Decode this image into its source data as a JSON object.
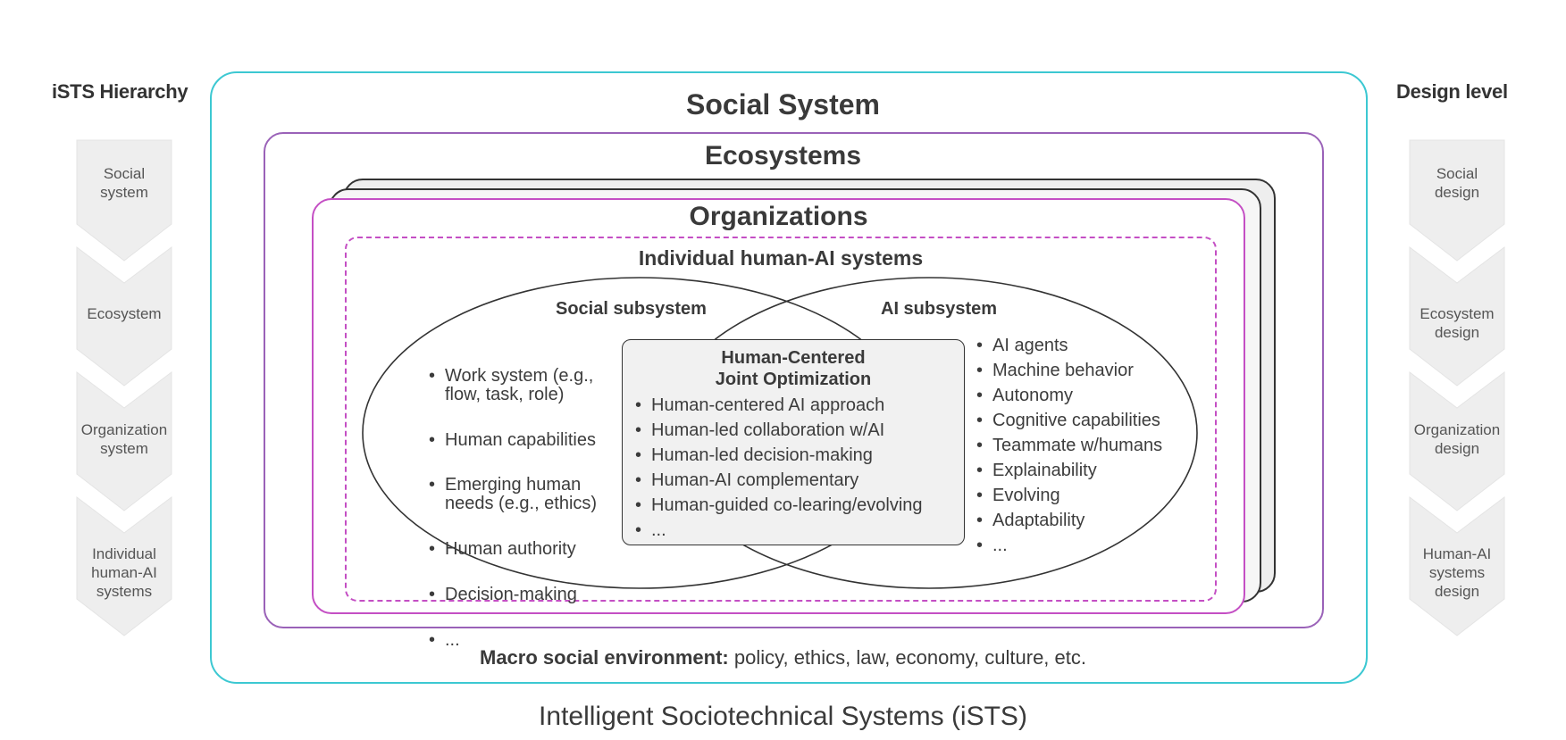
{
  "left": {
    "title": "iSTS Hierarchy",
    "levels": [
      "Social\nsystem",
      "Ecosystem",
      "Organization\nsystem",
      "Individual\nhuman-AI\nsystems"
    ]
  },
  "right": {
    "title": "Design level",
    "levels": [
      "Social\ndesign",
      "Ecosystem\ndesign",
      "Organization\ndesign",
      "Human-AI\nsystems\ndesign"
    ]
  },
  "social_system": {
    "title": "Social System"
  },
  "ecosystems": {
    "title": "Ecosystems"
  },
  "organizations": {
    "title": "Organizations"
  },
  "individual": {
    "title": "Individual human-AI systems"
  },
  "social_subsystem": {
    "title": "Social subsystem",
    "items": [
      "Work system (e.g.,\nflow, task, role)",
      "Human capabilities",
      "Emerging human\nneeds (e.g., ethics)",
      "Human authority",
      "Decision-making",
      "..."
    ]
  },
  "ai_subsystem": {
    "title": "AI subsystem",
    "items": [
      "AI agents",
      "Machine behavior",
      "Autonomy",
      "Cognitive capabilities",
      "Teammate w/humans",
      "Explainability",
      "Evolving",
      "Adaptability",
      "..."
    ]
  },
  "joint": {
    "title": "Human-Centered\nJoint Optimization",
    "items": [
      "Human-centered AI approach",
      "Human-led collaboration w/AI",
      "Human-led decision-making",
      "Human-AI complementary",
      "Human-guided co-learing/evolving",
      "..."
    ]
  },
  "macro": {
    "label": "Macro social environment:",
    "text": " policy, ethics, law, economy, culture, etc."
  },
  "caption": "Intelligent Sociotechnical Systems (iSTS)",
  "colors": {
    "social_border": "#3cc8d2",
    "ecosystem_border": "#9a62b8",
    "organization_border": "#c44fc4",
    "individual_dash": "#c44fc4",
    "chevron_fill": "#eeeeee"
  }
}
